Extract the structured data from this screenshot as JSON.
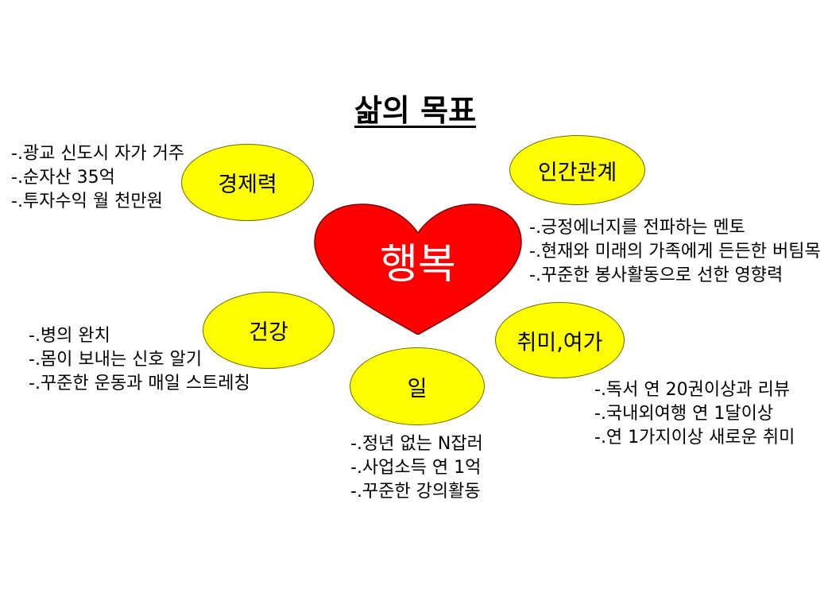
{
  "title": "삶의 목표",
  "center": {
    "label": "행복",
    "color": "#ff0000"
  },
  "bubble_color": "#ffff00",
  "nodes": {
    "economy": {
      "label": "경제력",
      "notes": [
        "-.광교 신도시 자가 거주",
        "-.순자산 35억",
        "-.투자수익 월 천만원"
      ]
    },
    "relations": {
      "label": "인간관계",
      "notes": [
        "-.긍정에너지를 전파하는 멘토",
        "-.현재와 미래의 가족에게 든든한 버팀목",
        "-.꾸준한 봉사활동으로 선한 영향력"
      ]
    },
    "health": {
      "label": "건강",
      "notes": [
        "-.병의 완치",
        "-.몸이 보내는 신호 알기",
        "-.꾸준한 운동과 매일 스트레칭"
      ]
    },
    "work": {
      "label": "일",
      "notes": [
        "-.정년 없는 N잡러",
        "-.사업소득 연 1억",
        "-.꾸준한 강의활동"
      ]
    },
    "hobby": {
      "label": "취미,여가",
      "notes": [
        "-.독서 연 20권이상과 리뷰",
        "-.국내외여행 연 1달이상",
        "-.연 1가지이상 새로운 취미"
      ]
    }
  }
}
